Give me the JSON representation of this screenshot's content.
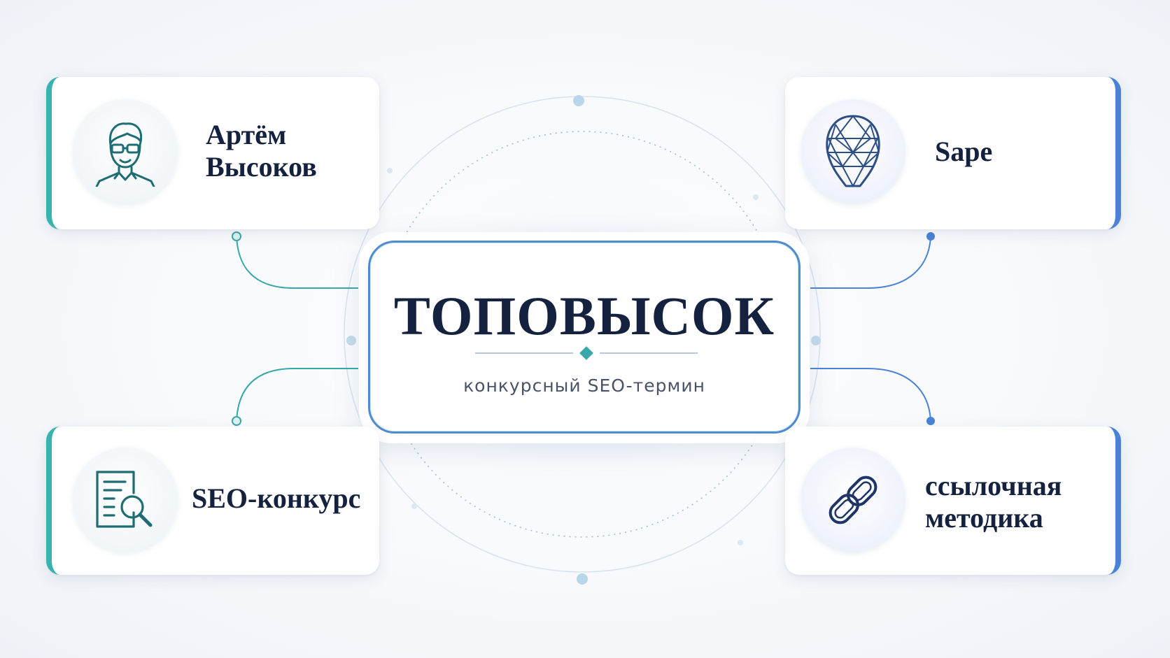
{
  "center": {
    "title": "ТОПОВЫСОК",
    "subtitle": "конкурсный SEO-термин"
  },
  "nodes": {
    "top_left": {
      "label_line1": "Артём",
      "label_line2": "Высоков",
      "icon": "person-glasses-icon"
    },
    "top_right": {
      "label": "Sape",
      "icon": "geodesic-head-icon"
    },
    "bottom_left": {
      "label": "SEO-конкурс",
      "icon": "document-search-icon"
    },
    "bottom_right": {
      "label_line1": "ссылочная",
      "label_line2": "методика",
      "icon": "chain-link-icon"
    }
  },
  "colors": {
    "teal_accent": "#39b3ad",
    "blue_accent": "#4a82d6",
    "text_dark": "#15223f",
    "connector_teal": "#3aa7a9",
    "connector_blue": "#4a82d6"
  }
}
